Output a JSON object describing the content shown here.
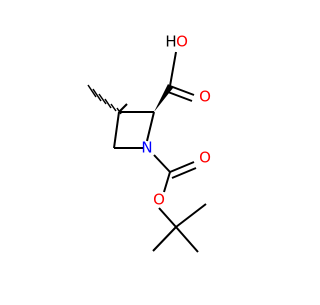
{
  "molecule": {
    "atom_labels": {
      "hydroxyl_h": "H",
      "hydroxyl_o": "O",
      "carboxyl_o": "O",
      "ring_n": "N",
      "carbamate_o": "O",
      "ester_o": "O"
    }
  },
  "colors": {
    "bond": "#000000",
    "oxygen": "#ff0000",
    "nitrogen": "#0000ff",
    "hydrogen": "#000000",
    "background": "#ffffff"
  }
}
